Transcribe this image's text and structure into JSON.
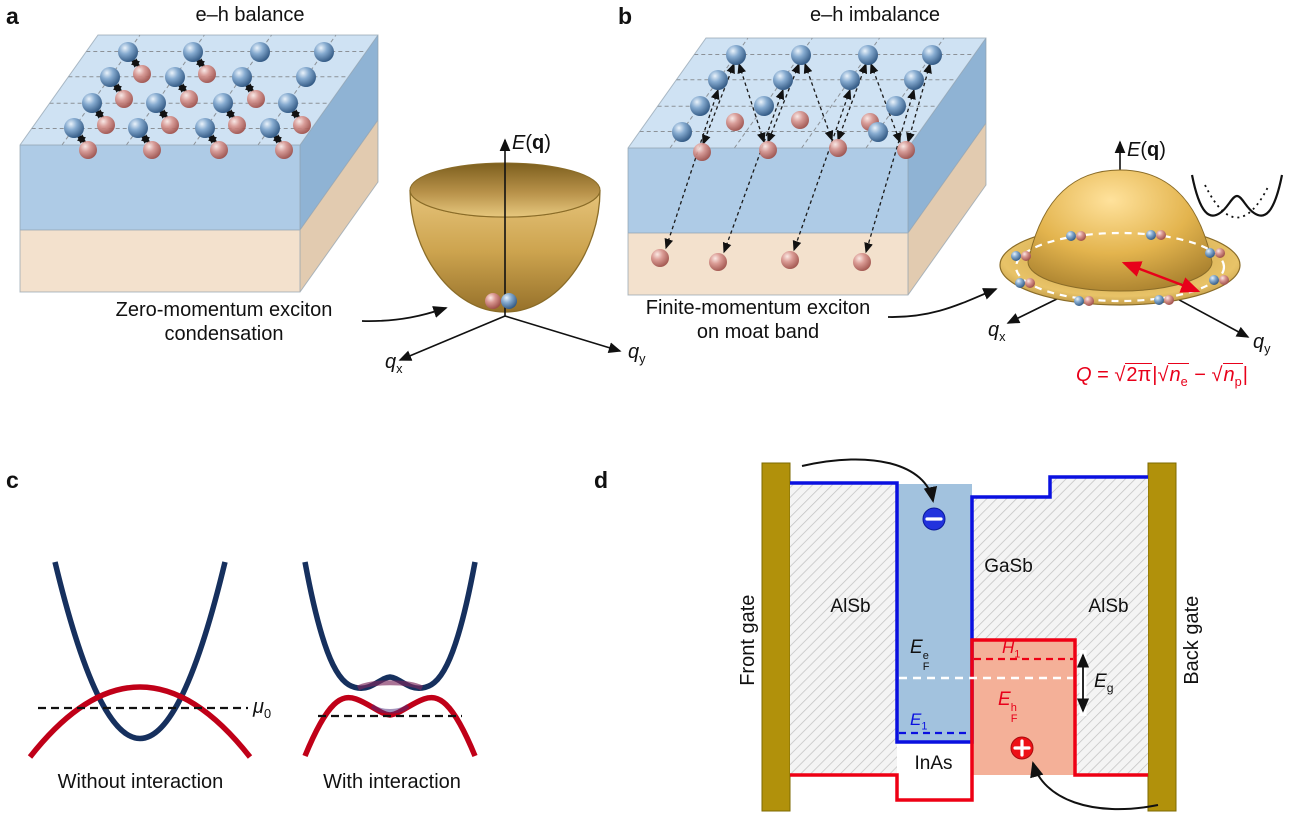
{
  "a": {
    "panel_label": "a",
    "title": "e–h balance",
    "caption": [
      "Zero-momentum exciton",
      "condensation"
    ],
    "energy_axis": [
      "E",
      "(",
      "q",
      ")"
    ],
    "qx": [
      "q",
      "x"
    ],
    "qy": [
      "q",
      "y"
    ]
  },
  "b": {
    "panel_label": "b",
    "title": "e–h imbalance",
    "caption": [
      "Finite-momentum exciton",
      "on moat band"
    ],
    "energy_axis": [
      "E",
      "(",
      "q",
      ")"
    ],
    "qx": [
      "q",
      "x"
    ],
    "qy": [
      "q",
      "y"
    ],
    "equation": {
      "lhs": "Q",
      "equals": "=",
      "radical": "√",
      "root1": "2π",
      "abs_open": "|",
      "n1": "n",
      "n1_sub": "e",
      "minus": "−",
      "n2": "n",
      "n2_sub": "p",
      "abs_close": "|"
    }
  },
  "c": {
    "panel_label": "c",
    "mu": {
      "base": "μ",
      "sub": "0"
    },
    "caption_left": "Without interaction",
    "caption_right": "With interaction"
  },
  "d": {
    "panel_label": "d",
    "front_gate": "Front gate",
    "back_gate": "Back gate",
    "alsb_left": "AlSb",
    "gasb": "GaSb",
    "alsb_right": "AlSb",
    "inas": "InAs",
    "efe": {
      "base": "E",
      "sup": "e",
      "sub": "F"
    },
    "e1": {
      "base": "E",
      "sub": "1"
    },
    "h1": {
      "base": "H",
      "sub": "1"
    },
    "efh": {
      "base": "E",
      "sup": "h",
      "sub": "F"
    },
    "eg": {
      "base": "E",
      "sub": "g"
    }
  },
  "colors": {
    "electron_blue": "#2e5580",
    "hole_red": "#9a4a44",
    "band_blue": "#16305e",
    "band_red": "#c00018",
    "diagram_blue_line": "#0a10e0",
    "diagram_red_line": "#ee0014",
    "gold_surface": "#cda44f",
    "gate_gold": "#b1910b",
    "equation_red": "#e8001a"
  }
}
